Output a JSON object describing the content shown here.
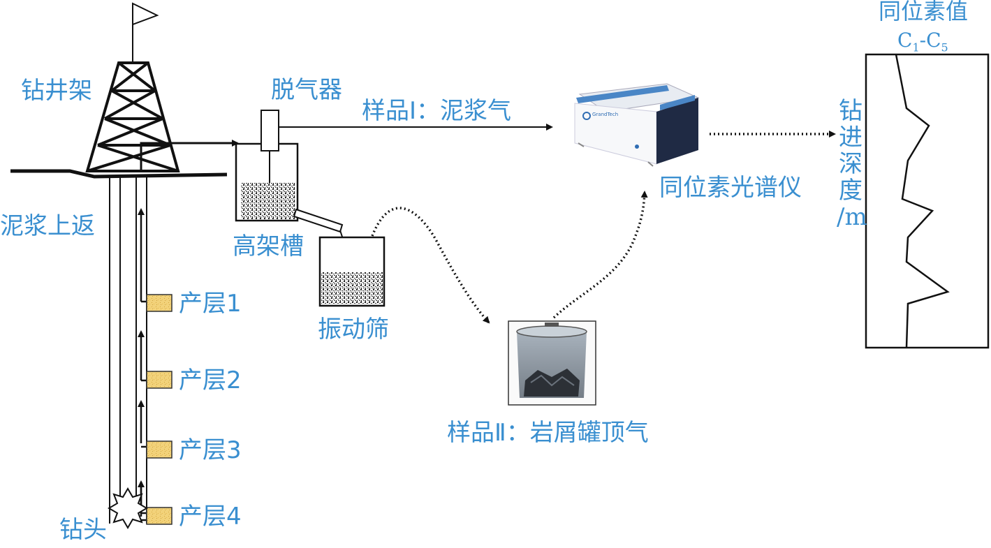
{
  "labels": {
    "derrick": "钻井架",
    "mud_return": "泥浆上返",
    "drill_bit": "钻头",
    "degasser": "脱气器",
    "header_tank": "高架槽",
    "shaker": "振动筛",
    "sample1": "样品Ⅰ：泥浆气",
    "sample2": "样品Ⅱ：岩屑罐顶气",
    "spectrometer": "同位素光谱仪",
    "isotope_title": "同位素值",
    "c_range_c": "C",
    "c_range_1": "1",
    "c_range_dash": "-C",
    "c_range_5": "5",
    "depth_label": [
      "钻",
      "进",
      "深",
      "度",
      "/m"
    ]
  },
  "layers": [
    {
      "label": "产层1"
    },
    {
      "label": "产层2"
    },
    {
      "label": "产层3"
    },
    {
      "label": "产层4"
    }
  ],
  "instrument": {
    "brand": "GrandTech"
  },
  "colors": {
    "label": "#3a8fd0",
    "layer_fill": "#f2d27a",
    "line": "#111111",
    "instrument_blue": "#2f6db3"
  }
}
